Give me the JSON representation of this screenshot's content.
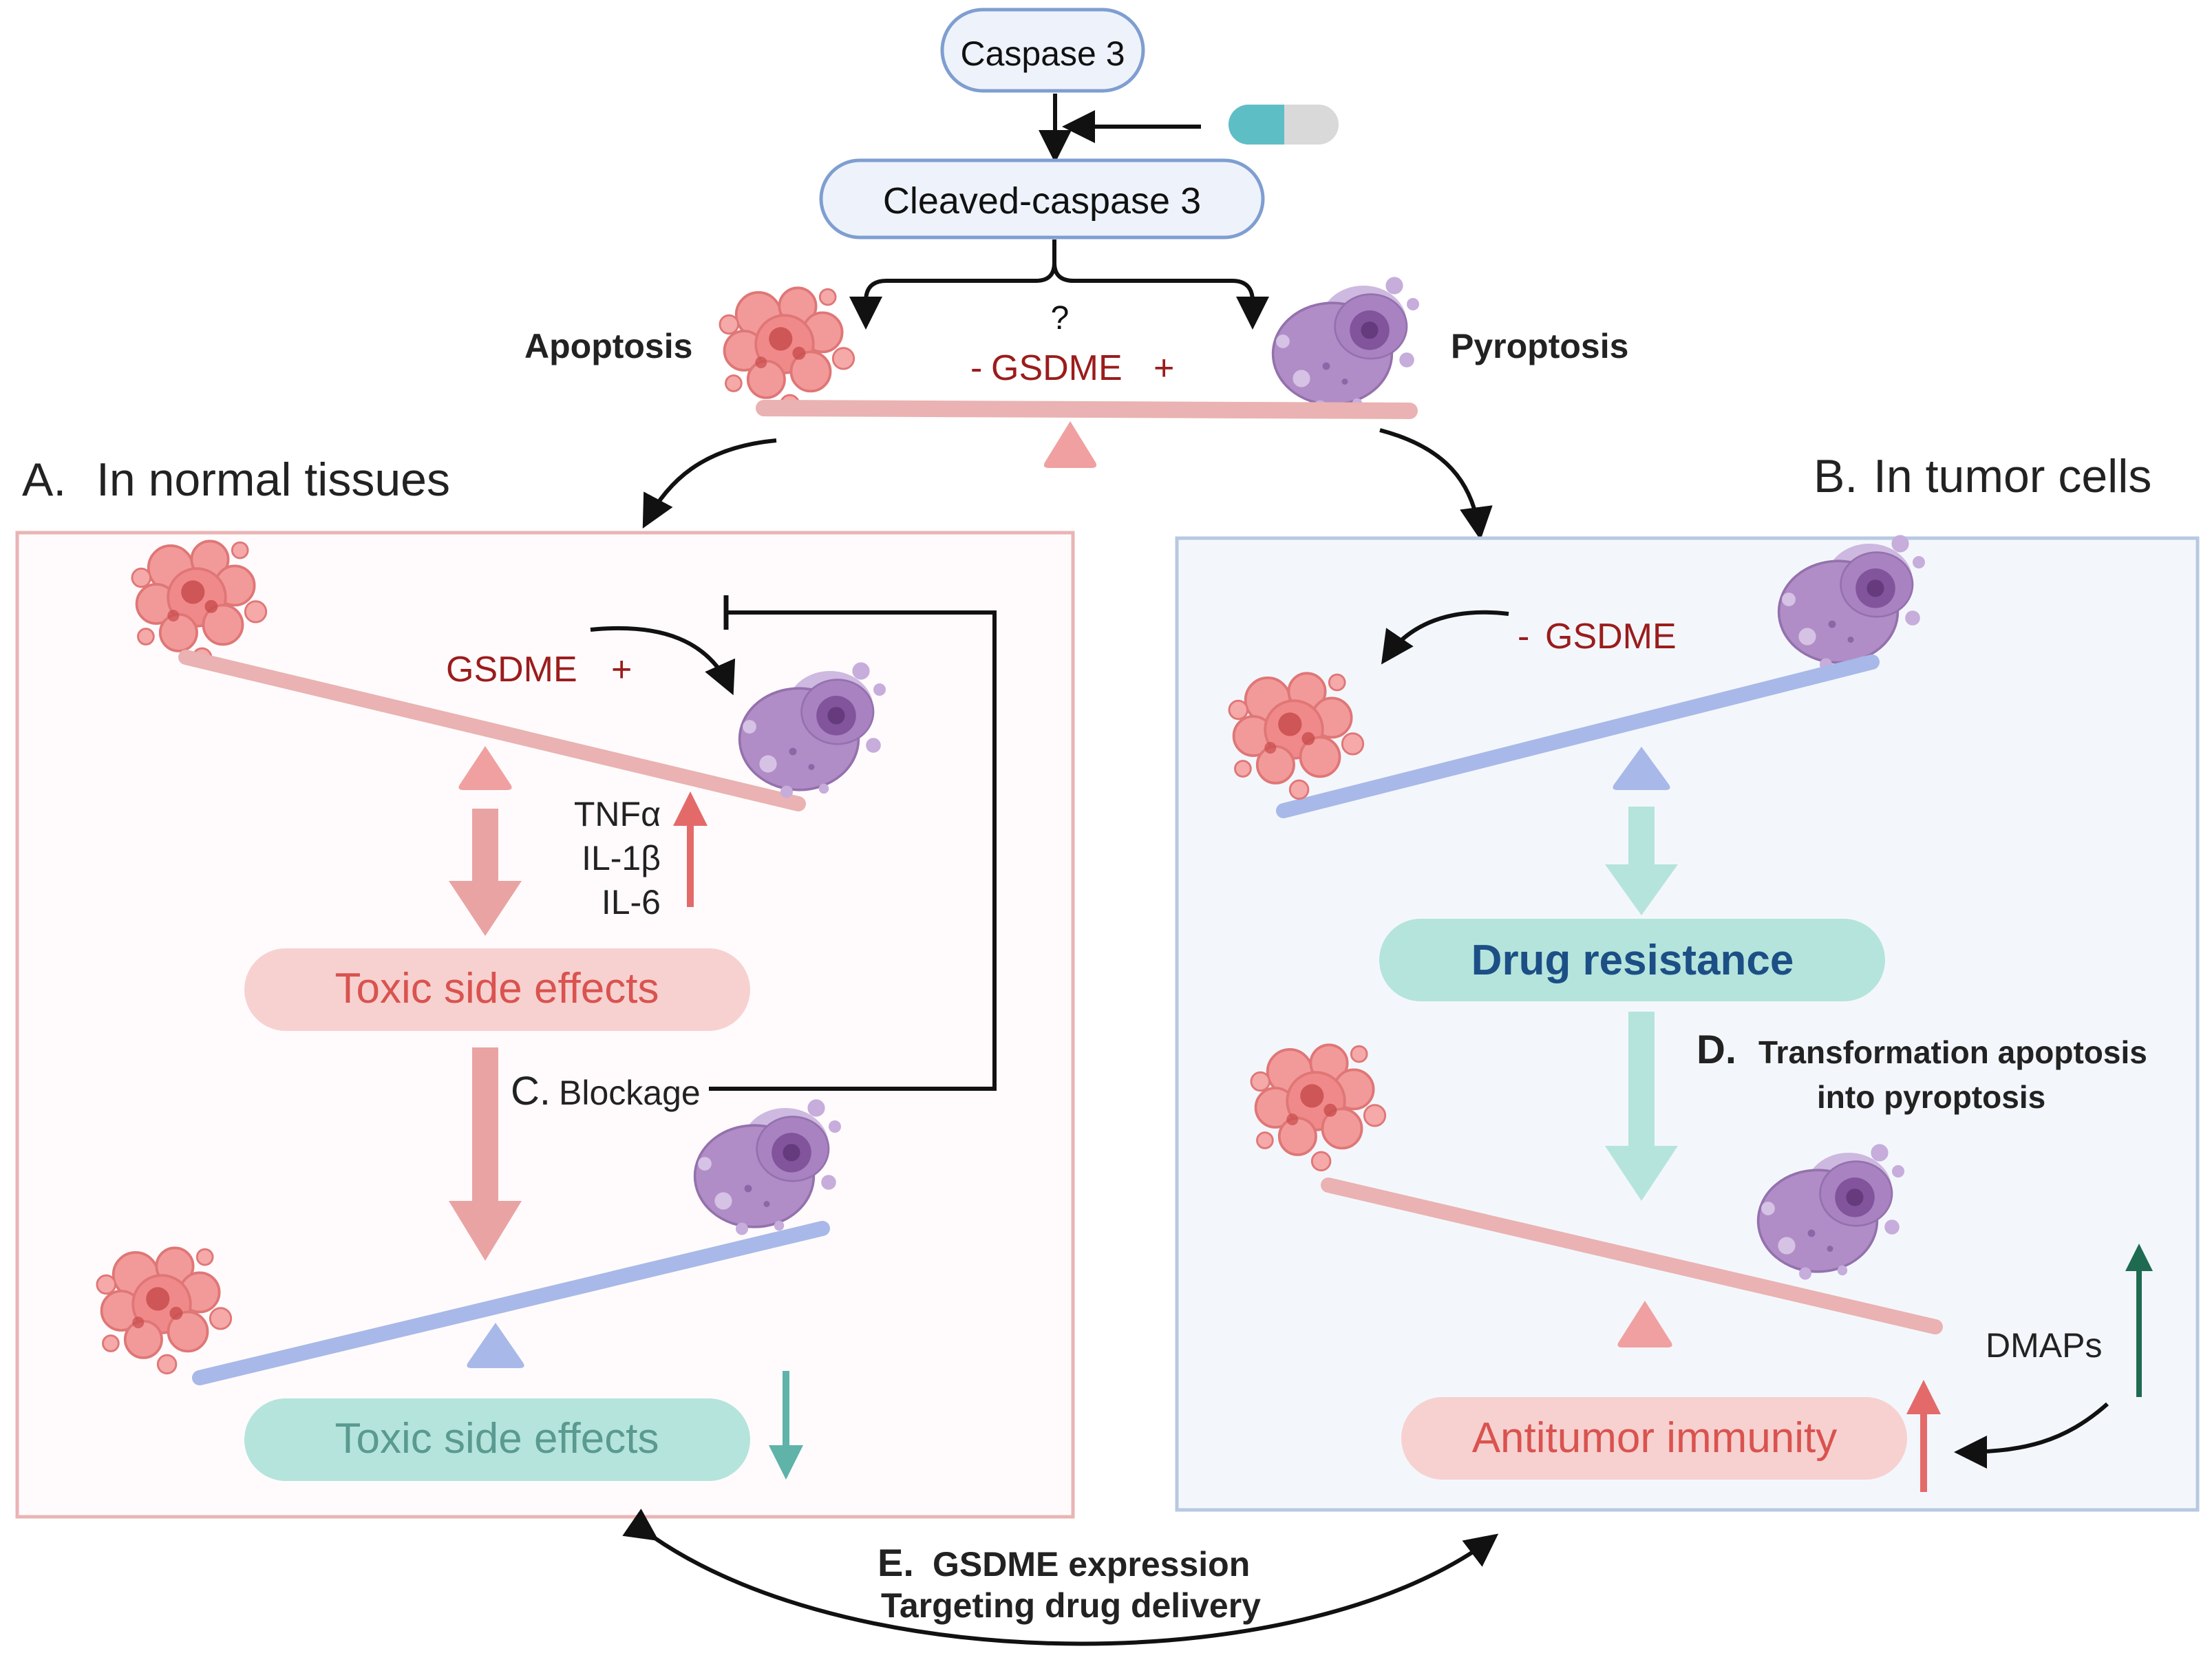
{
  "top": {
    "caspase": "Caspase 3",
    "cleaved": "Cleaved-caspase 3",
    "question": "?",
    "gsdme_minus": "-",
    "gsdme_label": "GSDME",
    "gsdme_plus": "+",
    "apoptosis": "Apoptosis",
    "pyroptosis": "Pyroptosis"
  },
  "panel_a": {
    "title_letter": "A.",
    "title": "In normal tissues",
    "gsdme": "GSDME",
    "gsdme_plus": "+",
    "cytokines": [
      "TNFα",
      "IL-1β",
      "IL-6"
    ],
    "toxic_upper": "Toxic side effects",
    "toxic_lower": "Toxic side effects"
  },
  "panel_b": {
    "title_letter": "B.",
    "title": "In tumor cells",
    "gsdme_minus": "-",
    "gsdme": "GSDME",
    "drug_resistance": "Drug resistance",
    "d_letter": "D.",
    "d_line1": "Transformation apoptosis",
    "d_line2": "into pyroptosis",
    "antitumor": "Antitumor immunity",
    "dmaps": "DMAPs"
  },
  "blockage": {
    "letter": "C.",
    "text": "Blockage"
  },
  "bottom": {
    "e_letter": "E.",
    "e_line1": "GSDME expression",
    "e_line2": "Targeting drug delivery"
  },
  "colors": {
    "pink_pill": "#f7d1d0",
    "pink_text": "#d9534f",
    "teal_pill": "#b5e4dc",
    "teal_text": "#5a9a90",
    "navy_text": "#1c4f86",
    "dark_red": "#9b1c1c",
    "beam_pink": "#eab2b2",
    "beam_blue": "#a8b8e8",
    "panel_a_border": "#eab4b4",
    "panel_b_border": "#b7c9e0",
    "apoptotic_cell": "#ef8f8f",
    "pyroptotic_cell": "#a97fbf"
  }
}
